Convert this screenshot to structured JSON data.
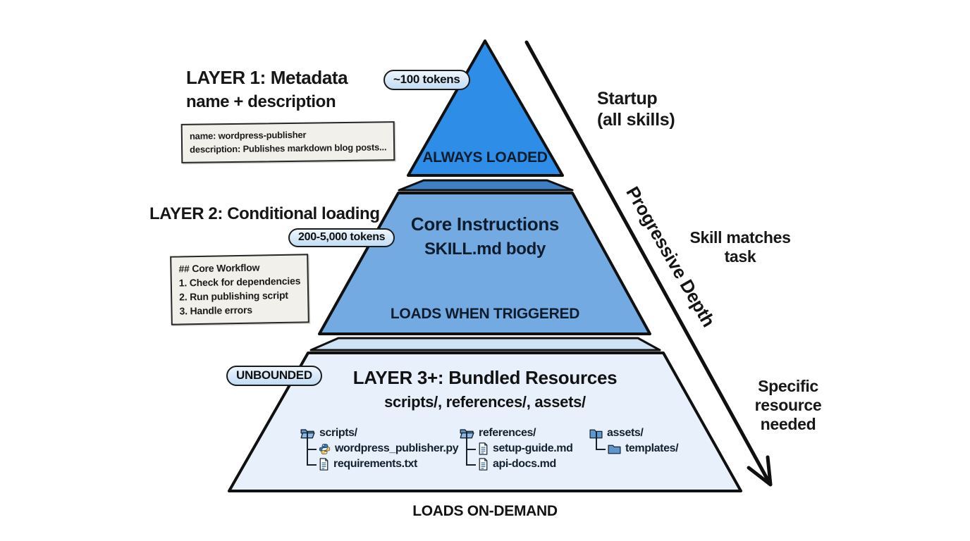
{
  "colors": {
    "layer1_fill": "#2e8de6",
    "layer1_connector_fill": "#3f7fc4",
    "layer2_fill": "#74aae2",
    "layer2_connector_fill": "#cfe3f7",
    "layer3_fill": "#e7f0fb",
    "outline": "#101010"
  },
  "layer1": {
    "heading": "LAYER 1: Metadata",
    "subheading": "name + description",
    "badge": "~100 tokens",
    "code": [
      "name: wordpress-publisher",
      "description: Publishes markdown blog posts..."
    ],
    "band_label": "ALWAYS LOADED",
    "annotation": [
      "Startup",
      "(all skills)"
    ]
  },
  "layer2": {
    "heading": "LAYER 2: Conditional loading",
    "badge": "200-5,000 tokens",
    "code": [
      "## Core Workflow",
      "1. Check for dependencies",
      "2. Run publishing script",
      "3. Handle errors"
    ],
    "title": "Core Instructions",
    "subtitle": "SKILL.md body",
    "band_label": "LOADS WHEN TRIGGERED",
    "annotation": [
      "Skill matches",
      "task"
    ]
  },
  "layer3": {
    "badge": "UNBOUNDED",
    "title": "LAYER 3+: Bundled Resources",
    "subtitle": "scripts/, references/, assets/",
    "band_label": "LOADS ON-DEMAND",
    "annotation": [
      "Specific",
      "resource",
      "needed"
    ],
    "file_tree": [
      {
        "root": "scripts/",
        "root_icon": "open-folder-icon",
        "children": [
          "wordpress_publisher.py",
          "requirements.txt"
        ],
        "child_icons": [
          "python-file-icon",
          "file-text-icon"
        ]
      },
      {
        "root": "references/",
        "root_icon": "open-folder-icon",
        "children": [
          "setup-guide.md",
          "api-docs.md"
        ],
        "child_icons": [
          "file-text-icon",
          "file-text-icon"
        ]
      },
      {
        "root": "assets/",
        "root_icon": "folder-icon",
        "children": [
          "templates/"
        ],
        "child_icons": [
          "folder-icon"
        ]
      }
    ]
  },
  "arrow_label": "Progressive Depth",
  "icons": {
    "depth_arrow": "arrow-down-right-icon",
    "scripts_folder": "open-folder-icon",
    "references_folder": "open-folder-icon",
    "assets_folder": "folder-icon",
    "templates_folder": "folder-icon",
    "python_file": "python-file-icon",
    "text_file": "file-text-icon"
  }
}
